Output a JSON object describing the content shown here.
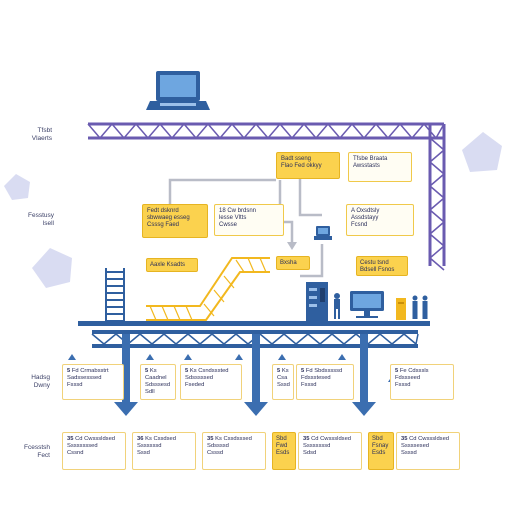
{
  "colors": {
    "truss_purple": "#6a5bb0",
    "bridge_blue": "#2f5f9f",
    "arrow_blue": "#3b6eb0",
    "accent_yellow": "#fbd24e",
    "card_border": "#f1d27a",
    "pentagon": "#d9dcf2"
  },
  "side_labels": {
    "top": "Tfsbt\nVlaerts",
    "middle": "Fesstusy\nlsell",
    "lower": "Hadsg\nDwny",
    "bottom": "Fcesstsh\nFect"
  },
  "top_boxes": [
    {
      "text": "Badt sseng\nFlao Fed okkyy",
      "style": "yellow"
    },
    {
      "text": "Tfsbe Braata\nAwsstasts",
      "style": "outline"
    }
  ],
  "mid_boxes": [
    {
      "text": "Fedt dsknrd\nsbwwaeg esseg\nCsssg Faed",
      "style": "yellow"
    },
    {
      "text": "18 Cw brdsnn\nlesse Vltts\nCwsse",
      "style": "outline"
    },
    {
      "text": "A Oxsdtsly\nAssdstayy\nFcsnd",
      "style": "outline"
    }
  ],
  "small_tags": [
    {
      "text": "Aaxle Ksadts"
    },
    {
      "text": "Bxsha"
    },
    {
      "text": "Cestu tsnd\nBdsell Fsnos"
    }
  ],
  "row1_cards": [
    {
      "num": "5",
      "text": "Fd Crmabsstrt\nSadssesssed\nFsssd"
    },
    {
      "num": "5",
      "text": "Ks Caadnel\nSdsssesd\nSdll"
    },
    {
      "num": "5",
      "text": "Ks Csndsssted\nSdsssssed\nFseded"
    },
    {
      "num": "5",
      "text": "Ks\nCsa\nSssd"
    },
    {
      "num": "5",
      "text": "Fd Sbdsssssd\nFdssstesed\nFsssd"
    },
    {
      "num": "5",
      "text": "Fe Cdsssls\nFdssseed\nFsssd"
    }
  ],
  "row2_cards": [
    {
      "num": "35",
      "text": "Cd Cwsssldsed\nSsssssssed\nCssnd"
    },
    {
      "num": "36",
      "text": "Ks Cssdsed\nSssssssd\nSssd"
    },
    {
      "num": "35",
      "text": "Ks Cssdsssed\nSdssssd\nCsssd"
    },
    {
      "num": "35",
      "text": "Cd Cwsssldsed\nSsssssssd\nSdsd"
    },
    {
      "num": "35",
      "text": "Cd Cwsssldsed\nSssssesed\nSsssd"
    }
  ],
  "row2_tags": [
    {
      "text": "Sbd\nFwd\nEsds"
    },
    {
      "text": "Sbd\nFsnay\nEsds"
    }
  ]
}
